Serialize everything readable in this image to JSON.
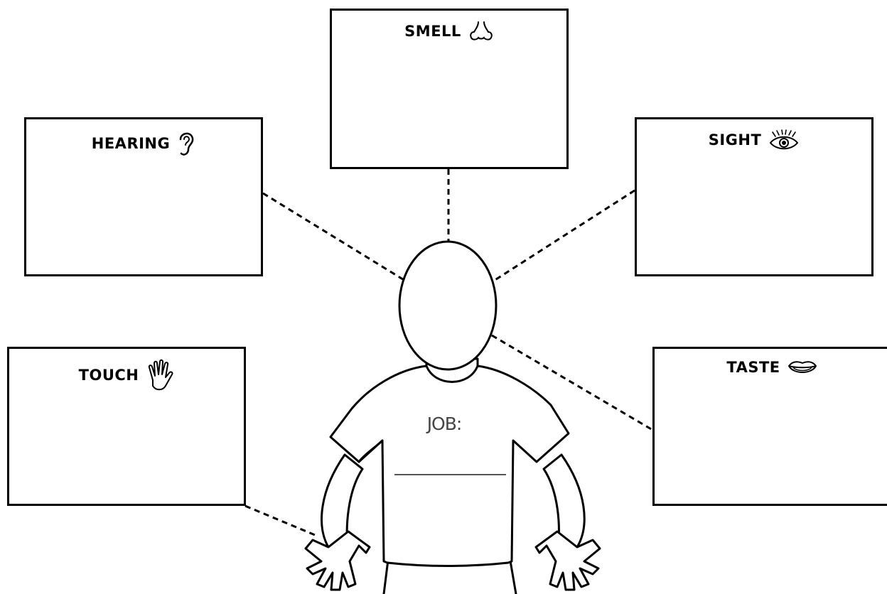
{
  "senses": {
    "smell": {
      "label": "SMELL",
      "icon": "nose-icon"
    },
    "hearing": {
      "label": "HEARING",
      "icon": "ear-icon"
    },
    "sight": {
      "label": "SIGHT",
      "icon": "eye-icon"
    },
    "touch": {
      "label": "TOUCH",
      "icon": "hand-icon"
    },
    "taste": {
      "label": "TASTE",
      "icon": "mouth-icon"
    }
  },
  "figure": {
    "job_label": "JOB:",
    "job_value": ""
  }
}
